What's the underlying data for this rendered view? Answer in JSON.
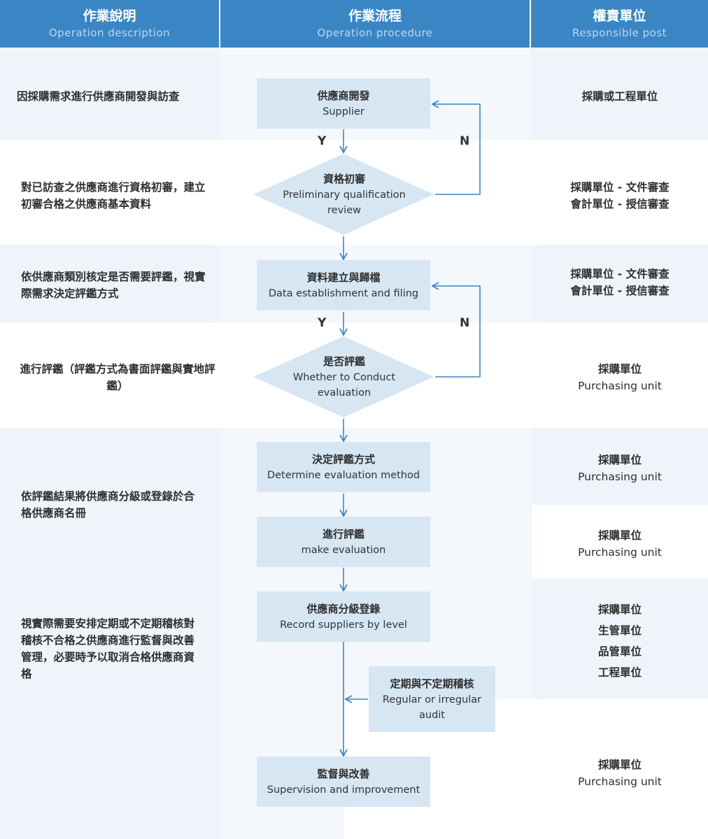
{
  "header": {
    "col1": {
      "zh": "作業說明",
      "en": "Operation description"
    },
    "col2": {
      "zh": "作業流程",
      "en": "Operation procedure"
    },
    "col3": {
      "zh": "權責單位",
      "en": "Responsible post"
    }
  },
  "descriptions": {
    "d1": "因採購需求進行供應商開發與訪查",
    "d2": "對已訪查之供應商進行資格初審，建立初審合格之供應商基本資料",
    "d3": "依供應商類別核定是否需要評鑑，視實際需求決定評鑑方式",
    "d4": "進行評鑑（評鑑方式為書面評鑑與實地評鑑）",
    "d5": "依評鑑結果將供應商分級或登錄於合格供應商名冊",
    "d6": "視實際需要安排定期或不定期稽核對稽核不合格之供應商進行監督與改善管理，必要時予以取消合格供應商資格"
  },
  "steps": {
    "s1": {
      "zh": "供應商開發",
      "en": "Supplier"
    },
    "s2": {
      "zh": "資格初審",
      "en": "Preliminary qualification review"
    },
    "s3": {
      "zh": "資料建立與歸檔",
      "en": "Data establishment and filing"
    },
    "s4": {
      "zh": "是否評鑑",
      "en": "Whether to Conduct evaluation"
    },
    "s5": {
      "zh": "決定評鑑方式",
      "en": "Determine evaluation method"
    },
    "s6": {
      "zh": "進行評鑑",
      "en": "make evaluation"
    },
    "s7": {
      "zh": "供應商分級登錄",
      "en": "Record suppliers by level"
    },
    "s8": {
      "zh": "定期與不定期稽核",
      "en": "Regular or irregular audit"
    },
    "s9": {
      "zh": "監督與改善",
      "en": "Supervision and improvement"
    }
  },
  "labels": {
    "yes": "Y",
    "no": "N"
  },
  "posts": {
    "p1": "採購或工程單位",
    "p2a": "採購單位 - 文件審查",
    "p2b": "會計單位 - 授信審查",
    "p3a": "採購單位 - 文件審查",
    "p3b": "會計單位 - 授信審查",
    "p4zh": "採購單位",
    "p4en": "Purchasing unit",
    "p5zh": "採購單位",
    "p5en": "Purchasing unit",
    "p6zh": "採購單位",
    "p6en": "Purchasing unit",
    "p7a": "採購單位",
    "p7b": "生管單位",
    "p7c": "品管單位",
    "p7d": "工程單位",
    "p8zh": "採購單位",
    "p8en": "Purchasing unit"
  },
  "colors": {
    "header": "#3a86c4",
    "box": "#d6e6f3",
    "band": "#eef4fa",
    "arrow": "#3a86c4"
  }
}
